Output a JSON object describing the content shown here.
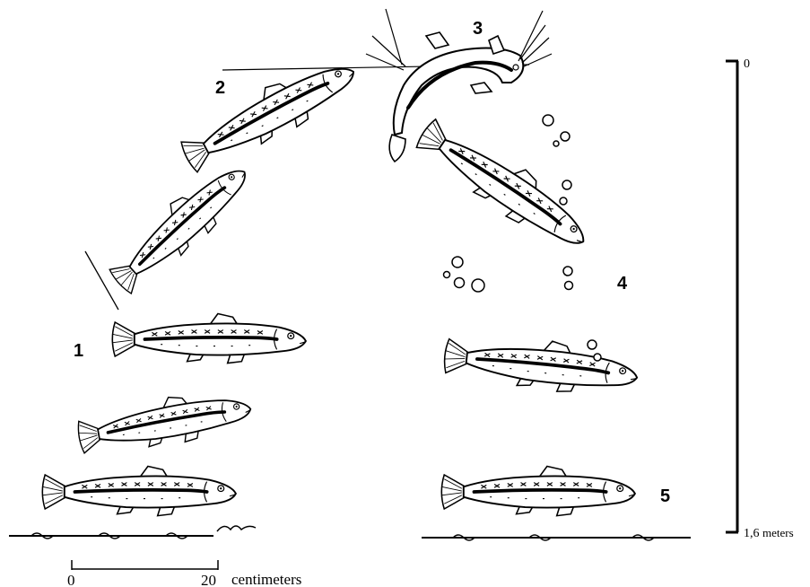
{
  "stage_labels": [
    "1",
    "2",
    "3",
    "4",
    "5"
  ],
  "depth_scale": {
    "top_label": "0",
    "bottom_label": "1,6",
    "unit": "meters"
  },
  "length_scale": {
    "start_label": "0",
    "end_label": "20",
    "unit": "centimeters"
  },
  "colors": {
    "ink": "#000000",
    "paper": "#ffffff"
  }
}
